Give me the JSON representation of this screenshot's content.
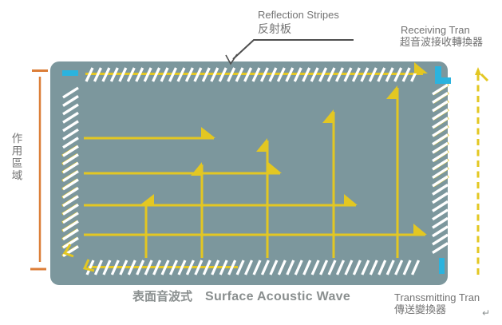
{
  "colors": {
    "background": "#ffffff",
    "panel": "#7C979D",
    "wave_yellow": "#E3C722",
    "transducer_cyan": "#2BB3DE",
    "bracket_orange": "#DC7E38",
    "stripe_white": "#FFFFFF",
    "label_gray": "#737373",
    "caption_gray": "#8A8F8F",
    "leader_gray": "#4F4F4F"
  },
  "labels": {
    "reflection": {
      "en": "Reflection Stripes",
      "zh": "反射板"
    },
    "receiving": {
      "en": "Receiving Tran",
      "zh": "超音波接收轉換器"
    },
    "transmitting": {
      "en": "Transsmitting Tran",
      "zh": "傳送變換器"
    },
    "active_area_zh": "作用區域",
    "return_mark": "↵"
  },
  "caption": {
    "zh": "表面音波式",
    "en": "Surface Acoustic Wave"
  }
}
